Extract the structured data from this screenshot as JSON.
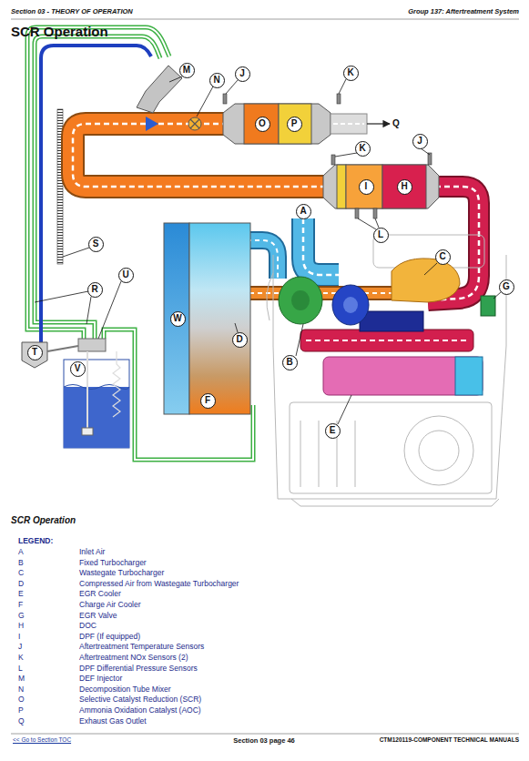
{
  "diagram": {
    "title": "SCR Operation",
    "caption": "SCR Operation",
    "nodes": [
      {
        "text": [
          "M"
        ]
      },
      {
        "text": [
          "N"
        ]
      },
      {
        "text": [
          "J"
        ]
      },
      {
        "text": [
          "K"
        ]
      },
      {
        "text": [
          "O"
        ]
      },
      {
        "text": [
          "P"
        ]
      },
      {
        "text": [
          "K"
        ]
      },
      {
        "text": [
          "J"
        ]
      },
      {
        "text": [
          "I"
        ]
      },
      {
        "text": [
          "H"
        ]
      },
      {
        "text": [
          "A"
        ]
      },
      {
        "text": [
          "L"
        ]
      },
      {
        "text": [
          "S"
        ]
      },
      {
        "text": [
          "C"
        ]
      },
      {
        "text": [
          "U"
        ]
      },
      {
        "text": [
          "G"
        ]
      },
      {
        "text": [
          "R"
        ]
      },
      {
        "text": [
          "W"
        ]
      },
      {
        "text": [
          "D"
        ]
      },
      {
        "text": [
          "T"
        ]
      },
      {
        "text": [
          "B"
        ]
      },
      {
        "text": [
          "V"
        ]
      },
      {
        "text": [
          "F"
        ]
      },
      {
        "text": [
          "E"
        ]
      }
    ],
    "labels": [
      "Section 03 - THEORY OF OPERATION",
      "Group 137: Aftertreatment System",
      "Q",
      "LEGEND:",
      "A",
      "Inlet Air",
      "B",
      "Fixed Turbocharger",
      "C",
      "Wastegate Turbocharger",
      "D",
      "Compressed Air from Wastegate Turbocharger",
      "E",
      "EGR Cooler",
      "F",
      "Charge Air Cooler",
      "G",
      "EGR Valve",
      "H",
      "DOC",
      "I",
      "DPF (If equipped)",
      "J",
      "Aftertreatment Temperature Sensors",
      "K",
      "Aftertreatment NOx Sensors (2)",
      "L",
      "DPF Differential Pressure Sensors",
      "M",
      "DEF Injector",
      "N",
      "Decomposition Tube Mixer",
      "O",
      "Selective Catalyst Reduction (SCR)",
      "P",
      "Ammonia Oxidation Catalyst (AOC)",
      "Q",
      "Exhaust Gas Outlet",
      "<< Go to Section TOC",
      "Section 03 page 46",
      "CTM120119-COMPONENT TECHNICAL MANUALS"
    ]
  }
}
